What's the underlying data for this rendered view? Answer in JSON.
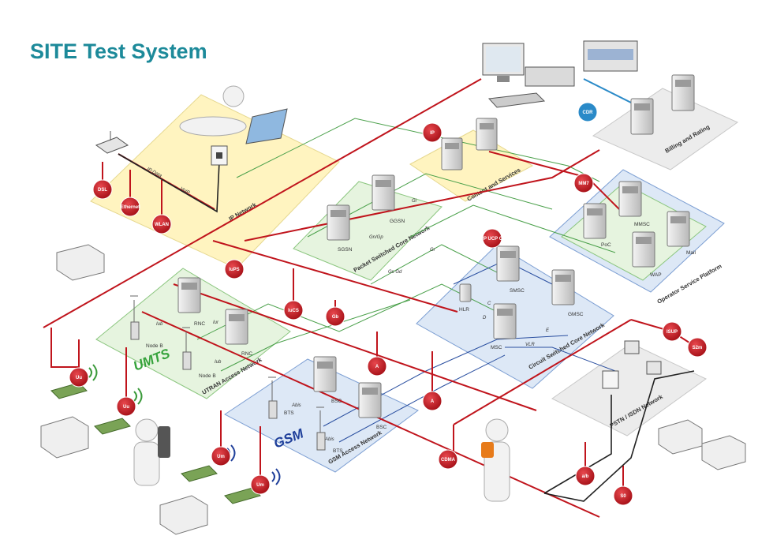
{
  "title": "SITE Test System",
  "colors": {
    "title": "#1d8a9a",
    "ip_zone": "#fff4c0",
    "green_zone": "#e6f4df",
    "blue_zone": "#dde8f6",
    "grey_zone": "#ececec",
    "red_line": "#c0141c",
    "green_line": "#4aa04a",
    "blue_line": "#2a4fa0",
    "umts_text": "#35a23b",
    "gsm_text": "#1f3f9a"
  },
  "platforms": {
    "ip": "IP Network",
    "content": "Content and Services",
    "billing": "Billing and Rating",
    "psc": "Packet Switched Core Network",
    "osp": "Operator Service Platform",
    "csc": "Circuit Switched Core Network",
    "utran": "UTRAN Access Network",
    "gsm_access": "GSM Access Network",
    "pstn": "PSTN / ISDN Network"
  },
  "tech": {
    "umts": "UMTS",
    "gsm": "GSM"
  },
  "nodes": {
    "sgsn": "SGSN",
    "ggsn": "GGSN",
    "rnc1": "RNC",
    "rnc2": "RNC",
    "bsc1": "BSC",
    "bsc2": "BSC",
    "smsc": "SMSC",
    "gmsc": "GMSC",
    "msc": "MSC",
    "hlr": "HLR",
    "poc": "PoC",
    "mmsc": "MMSC",
    "mail": "Mail",
    "wap": "WAP",
    "nodeb1": "Node B",
    "nodeb2": "Node B",
    "bts1": "BTS",
    "bts2": "BTS"
  },
  "interfaces": {
    "ipdata": "IP-Data",
    "voip": "VoIP",
    "iub1": "Iub",
    "iub2": "Iub",
    "iur": "Iur",
    "abis1": "Abis",
    "abis2": "Abis",
    "gn_gp": "Gn/Gp",
    "gi": "Gi",
    "gr": "Gr",
    "gs_gd": "Gs Gd",
    "c": "C",
    "d": "D",
    "e": "E",
    "vlr": "VLR"
  },
  "badges": {
    "dsl": "DSL",
    "ethernet": "Ethernet",
    "wlan": "WLAN",
    "ip": "IP",
    "cdr": "CDR",
    "mm7": "MM7",
    "smpp": "SMPP UCP CIMD",
    "iups": "IuPS",
    "iucs": "IuCS",
    "gb": "Gb",
    "a1": "A",
    "a2": "A",
    "isup": "ISUP",
    "s2m": "S2m",
    "uu1": "Uu",
    "uu2": "Uu",
    "um1": "Um",
    "um2": "Um",
    "cdma": "CDMA",
    "ab": "a/b",
    "s0": "S0"
  }
}
